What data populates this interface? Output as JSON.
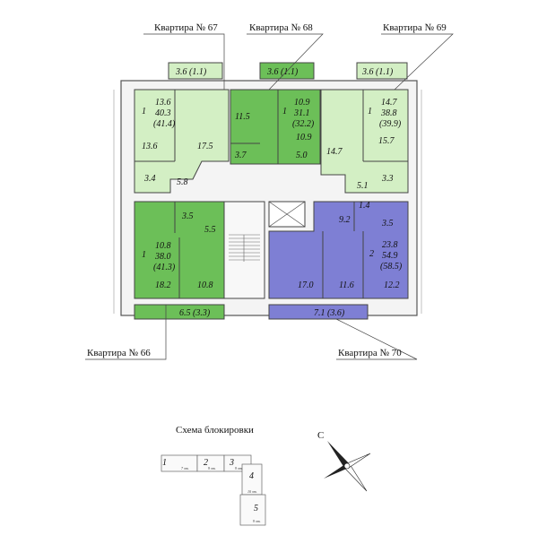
{
  "apartments": {
    "a66": {
      "label": "Квартира № 66",
      "rooms": "1",
      "living": "10.8",
      "total": "38.0",
      "total_with_balcony": "(41.3)",
      "r1": "18.2",
      "r2": "10.8",
      "r3": "3.5",
      "r4": "5.5",
      "balcony": "6.5 (3.3)",
      "color": "#6cbf58"
    },
    "a67": {
      "label": "Квартира № 67",
      "rooms": "1",
      "living": "13.6",
      "total": "40.3",
      "total_with_balcony": "(41.4)",
      "r1": "13.6",
      "r2": "17.5",
      "r3": "3.4",
      "r4": "5.8",
      "balcony": "3.6 (1.1)",
      "color": "#d3efc4"
    },
    "a68": {
      "label": "Квартира № 68",
      "rooms": "1",
      "living": "10.9",
      "total": "31.1",
      "total_with_balcony": "(32.2)",
      "r1": "11.5",
      "r2": "10.9",
      "r3": "3.7",
      "r4": "5.0",
      "balcony": "3.6 (1.1)",
      "color": "#6cbf58"
    },
    "a69": {
      "label": "Квартира № 69",
      "rooms": "1",
      "living": "14.7",
      "total": "38.8",
      "total_with_balcony": "(39.9)",
      "r1": "14.7",
      "r2": "15.7",
      "r3": "5.1",
      "r4": "3.3",
      "balcony": "3.6 (1.1)",
      "color": "#d3efc4"
    },
    "a70": {
      "label": "Квартира № 70",
      "rooms": "2",
      "living": "23.8",
      "total": "54.9",
      "total_with_balcony": "(58.5)",
      "r1": "9.2",
      "r2": "1.4",
      "r3": "3.5",
      "r4": "17.0",
      "r5": "11.6",
      "r6": "12.2",
      "balcony": "7.1 (3.6)",
      "color": "#7e7fd4"
    }
  },
  "scheme": {
    "title": "Схема блокировки",
    "sections": [
      "1",
      "2",
      "3",
      "4",
      "5"
    ],
    "dims": [
      "7 эт.",
      "9 эт.",
      "9 эт.",
      "10 эт.",
      "9 эт."
    ]
  },
  "compass": {
    "north_letter": "С"
  }
}
